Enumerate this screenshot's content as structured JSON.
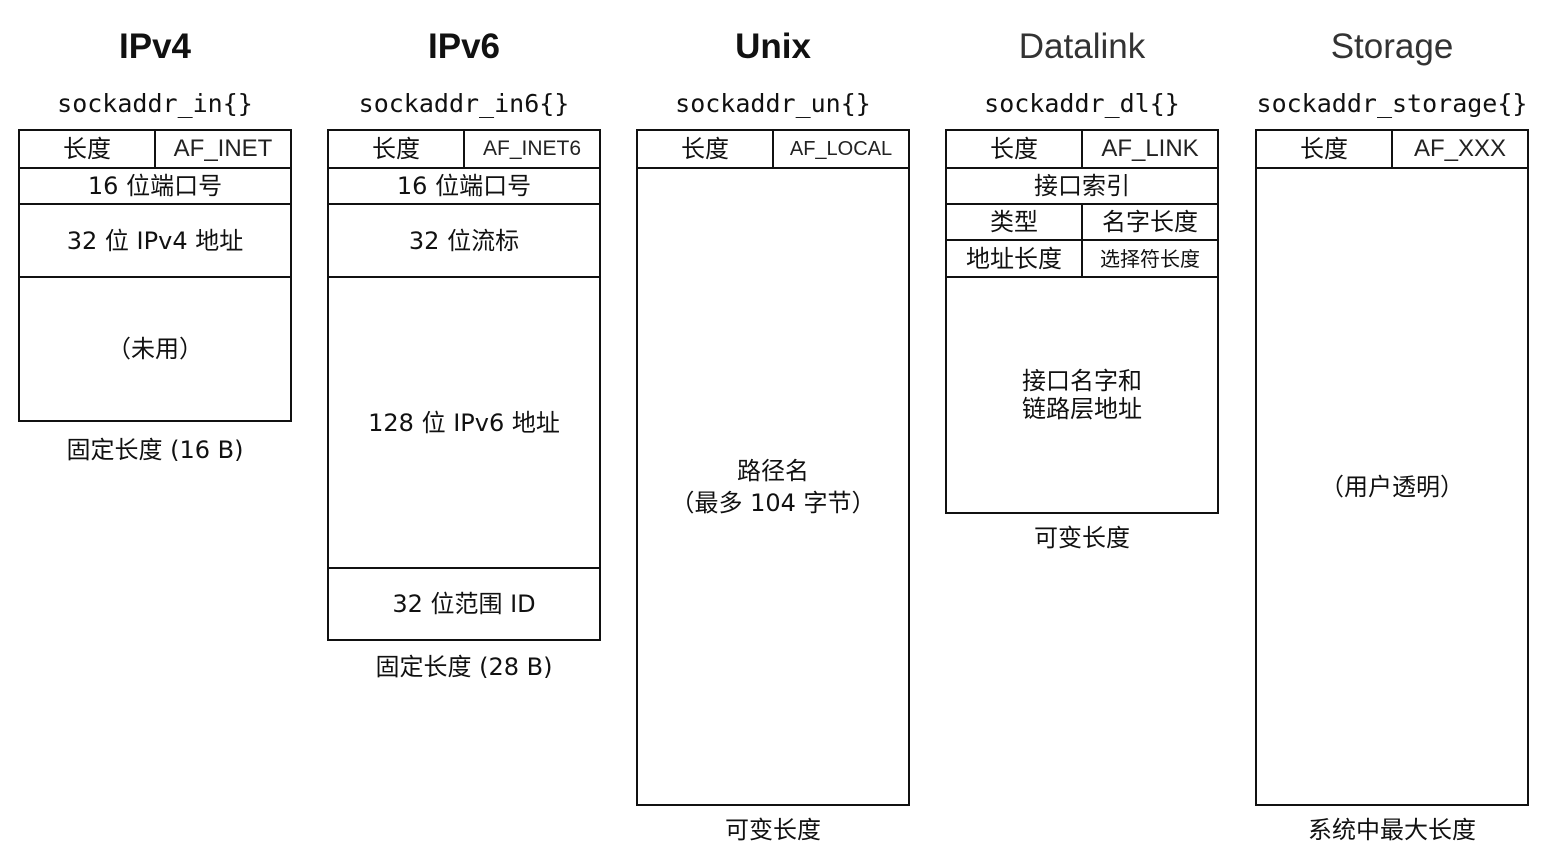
{
  "columns": [
    {
      "title": "IPv4",
      "struct": "sockaddr_in{}",
      "header_left": "长度",
      "header_right": "AF_INET",
      "port": "16 位端口号",
      "addr": "32 位 IPv4 地址",
      "unused": "（未用）",
      "footer": "固定长度 (16 B)"
    },
    {
      "title": "IPv6",
      "struct": "sockaddr_in6{}",
      "header_left": "长度",
      "header_right": "AF_INET6",
      "port": "16 位端口号",
      "flow": "32 位流标",
      "addr": "128 位 IPv6 地址",
      "scope": "32 位范围 ID",
      "footer": "固定长度 (28 B)"
    },
    {
      "title": "Unix",
      "struct": "sockaddr_un{}",
      "header_left": "长度",
      "header_right": "AF_LOCAL",
      "path": "路径名\n（最多 104 字节）",
      "footer": "可变长度"
    },
    {
      "title": "Datalink",
      "struct": "sockaddr_dl{}",
      "header_left": "长度",
      "header_right": "AF_LINK",
      "index": "接口索引",
      "type": "类型",
      "name_len": "名字长度",
      "addr_len": "地址长度",
      "sel_len": "选择符长度",
      "name_addr": "接口名字和\n链路层地址",
      "footer": "可变长度"
    },
    {
      "title": "Storage",
      "struct": "sockaddr_storage{}",
      "header_left": "长度",
      "header_right": "AF_XXX",
      "opaque": "（用户透明）",
      "footer": "系统中最大长度"
    }
  ]
}
